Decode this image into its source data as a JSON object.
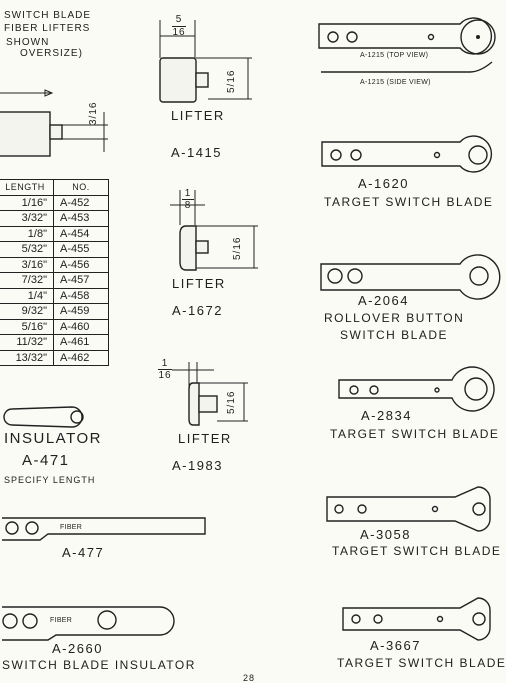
{
  "header": {
    "line1": "SWITCH BLADE",
    "line2": "FIBER LIFTERS",
    "line3": "SHOWN",
    "line4": "OVERSIZE)"
  },
  "dims": {
    "a1415_top_num": "5",
    "a1415_top_den": "16",
    "a1415_side_num": "5",
    "a1415_side_den": "16",
    "left_side_num": "3",
    "left_side_den": "16",
    "a1672_top_num": "1",
    "a1672_top_den": "8",
    "a1672_side_num": "5",
    "a1672_side_den": "16",
    "a1983_top_num": "1",
    "a1983_top_den": "16",
    "a1983_side_num": "5",
    "a1983_side_den": "16"
  },
  "table": {
    "headers": [
      "LENGTH",
      "NO."
    ],
    "rows": [
      [
        "1/16\"",
        "A-452"
      ],
      [
        "3/32\"",
        "A-453"
      ],
      [
        "1/8\"",
        "A-454"
      ],
      [
        "5/32\"",
        "A-455"
      ],
      [
        "3/16\"",
        "A-456"
      ],
      [
        "7/32\"",
        "A-457"
      ],
      [
        "1/4\"",
        "A-458"
      ],
      [
        "9/32\"",
        "A-459"
      ],
      [
        "5/16\"",
        "A-460"
      ],
      [
        "11/32\"",
        "A-461"
      ],
      [
        "13/32\"",
        "A-462"
      ]
    ]
  },
  "parts": {
    "a1415": {
      "label": "LIFTER",
      "code": "A-1415"
    },
    "a1672": {
      "label": "LIFTER",
      "code": "A-1672"
    },
    "a1983": {
      "label": "LIFTER",
      "code": "A-1983"
    },
    "a471": {
      "label": "INSULATOR",
      "code": "A-471",
      "note": "SPECIFY LENGTH"
    },
    "a477": {
      "code": "A-477",
      "inner": "FIBER"
    },
    "a2660": {
      "code": "A-2660",
      "desc": "SWITCH BLADE INSULATOR",
      "inner": "FIBER"
    },
    "a1215": {
      "top_view": "A-1215 (TOP VIEW)",
      "side_view": "A-1215 (SIDE VIEW)"
    },
    "a1620": {
      "code": "A-1620",
      "desc": "TARGET SWITCH BLADE"
    },
    "a2064": {
      "code": "A-2064",
      "desc_line1": "ROLLOVER BUTTON",
      "desc_line2": "SWITCH BLADE"
    },
    "a2834": {
      "code": "A-2834",
      "desc": "TARGET SWITCH BLADE"
    },
    "a3058": {
      "code": "A-3058",
      "desc": "TARGET SWITCH BLADE"
    },
    "a3667": {
      "code": "A-3667",
      "desc": "TARGET SWITCH BLADE"
    }
  },
  "footer": {
    "page": "28"
  }
}
